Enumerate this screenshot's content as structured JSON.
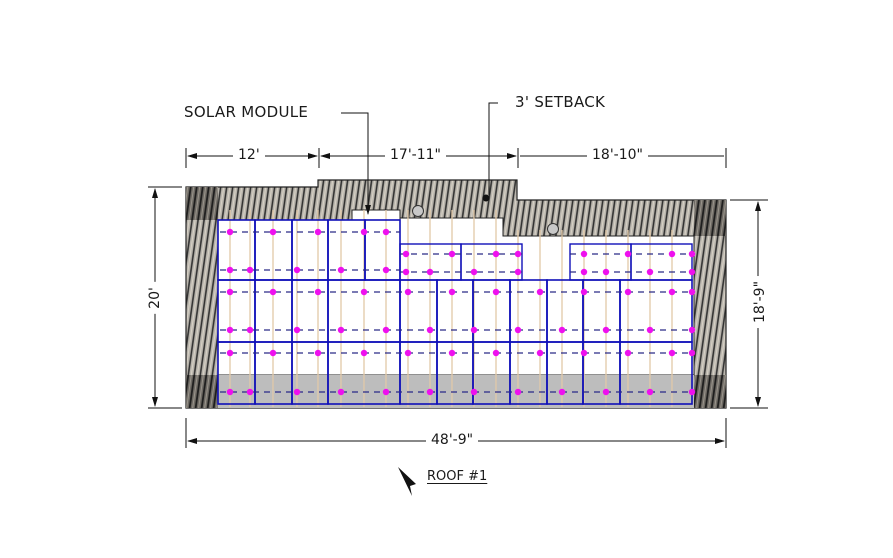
{
  "diagram": {
    "title": "ROOF #1",
    "callouts": {
      "solar_module": "SOLAR MODULE",
      "setback": "3' SETBACK"
    },
    "dimensions": {
      "top_segment_1": "12'",
      "top_segment_2": "17'-11\"",
      "top_segment_3": "18'-10\"",
      "bottom_total": "48'-9\"",
      "left_height": "20'",
      "right_height": "18'-9\""
    },
    "icons": {
      "north_arrow": "north-arrow-icon"
    },
    "colors": {
      "module_outline": "#1010b8",
      "attachment_point": "#ee10ee",
      "rafter": "#e2c9a8",
      "rail_dashed": "#2a2a88",
      "setback_hatch_bg": "#b8b4ac",
      "setback_hatch_line": "#2e2e2e",
      "shaded_strip": "#bdbdbd",
      "vent": "#c8c8c8"
    },
    "module_groups": [
      {
        "name": "upper-left-row",
        "count": 5
      },
      {
        "name": "upper-right-row-a",
        "count": 2
      },
      {
        "name": "upper-right-row-b",
        "count": 2
      },
      {
        "name": "middle-row",
        "count": 11
      },
      {
        "name": "lower-row",
        "count": 11
      }
    ]
  }
}
